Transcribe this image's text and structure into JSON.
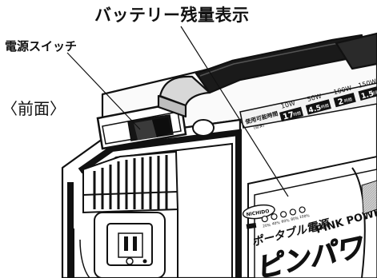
{
  "labels": {
    "battery_indicator": "バッテリー残量表示",
    "power_switch": "電源スイッチ",
    "front_view": "〈前面〉"
  },
  "device": {
    "brand": "NICHIDO",
    "product_name": "PINK POWER BANK",
    "category": "ポータブル電源",
    "title_stylized": "ピンパワ",
    "usage_label": "使用可能時間",
    "usage_note": "(目安)",
    "usage": [
      {
        "watts": "10W",
        "time": "17",
        "unit": "時間"
      },
      {
        "watts": "50W",
        "time": "4.5",
        "unit": "時間"
      },
      {
        "watts": "100W",
        "time": "2",
        "unit": "時間"
      },
      {
        "watts": "150W",
        "time": "1.5",
        "unit": "時間"
      }
    ],
    "battery_levels": [
      "20%",
      "40%",
      "60%",
      "80%",
      "100%"
    ]
  },
  "colors": {
    "body": "#ffffff",
    "outline": "#1a1a1a",
    "dark": "#161616",
    "grey": "#9a9a9a"
  }
}
